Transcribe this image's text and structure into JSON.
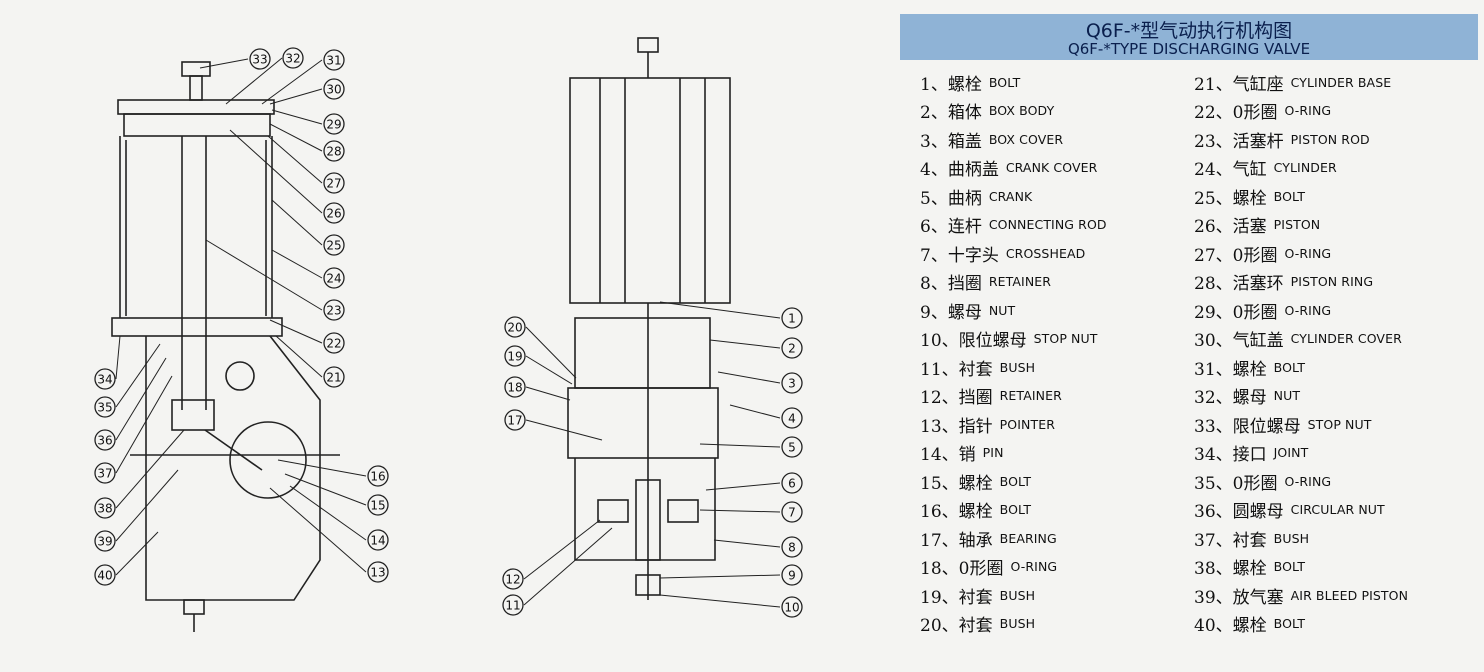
{
  "title_cn": "Q6F-*型气动执行机构图",
  "title_en": "Q6F-*TYPE DISCHARGING VALVE",
  "colors": {
    "header": "#8fb3d6",
    "title": "#0a1f4d",
    "line": "#222222",
    "paper": "#f4f4f2"
  },
  "bubbles_left": [
    "33",
    "32",
    "31",
    "30",
    "29",
    "28",
    "27",
    "26",
    "25",
    "24",
    "23",
    "22",
    "21",
    "34",
    "35",
    "36",
    "37",
    "38",
    "39",
    "40",
    "16",
    "15",
    "14",
    "13"
  ],
  "bubbles_right": [
    "1",
    "2",
    "3",
    "4",
    "5",
    "6",
    "7",
    "8",
    "9",
    "10",
    "20",
    "19",
    "18",
    "17",
    "12",
    "11"
  ],
  "parts": [
    {
      "num": "1、",
      "cn": "螺栓",
      "en": "BOLT"
    },
    {
      "num": "2、",
      "cn": "箱体",
      "en": "BOX BODY"
    },
    {
      "num": "3、",
      "cn": "箱盖",
      "en": "BOX COVER"
    },
    {
      "num": "4、",
      "cn": "曲柄盖",
      "en": "CRANK COVER"
    },
    {
      "num": "5、",
      "cn": "曲柄",
      "en": "CRANK"
    },
    {
      "num": "6、",
      "cn": "连杆",
      "en": "CONNECTING ROD"
    },
    {
      "num": "7、",
      "cn": "十字头",
      "en": "CROSSHEAD"
    },
    {
      "num": "8、",
      "cn": "挡圈",
      "en": "RETAINER"
    },
    {
      "num": "9、",
      "cn": "螺母",
      "en": "NUT"
    },
    {
      "num": "10、",
      "cn": "限位螺母",
      "en": "STOP NUT"
    },
    {
      "num": "11、",
      "cn": "衬套",
      "en": "BUSH"
    },
    {
      "num": "12、",
      "cn": "挡圈",
      "en": "RETAINER"
    },
    {
      "num": "13、",
      "cn": "指针",
      "en": "POINTER"
    },
    {
      "num": "14、",
      "cn": "销",
      "en": "PIN"
    },
    {
      "num": "15、",
      "cn": "螺栓",
      "en": "BOLT"
    },
    {
      "num": "16、",
      "cn": "螺栓",
      "en": "BOLT"
    },
    {
      "num": "17、",
      "cn": "轴承",
      "en": "BEARING"
    },
    {
      "num": "18、",
      "cn": "0形圈",
      "en": "O-RING"
    },
    {
      "num": "19、",
      "cn": "衬套",
      "en": "BUSH"
    },
    {
      "num": "20、",
      "cn": "衬套",
      "en": "BUSH"
    },
    {
      "num": "21、",
      "cn": "气缸座",
      "en": "CYLINDER BASE"
    },
    {
      "num": "22、",
      "cn": "0形圈",
      "en": "O-RING"
    },
    {
      "num": "23、",
      "cn": "活塞杆",
      "en": "PISTON ROD"
    },
    {
      "num": "24、",
      "cn": "气缸",
      "en": "CYLINDER"
    },
    {
      "num": "25、",
      "cn": "螺栓",
      "en": "BOLT"
    },
    {
      "num": "26、",
      "cn": "活塞",
      "en": "PISTON"
    },
    {
      "num": "27、",
      "cn": "0形圈",
      "en": "O-RING"
    },
    {
      "num": "28、",
      "cn": "活塞环",
      "en": "PISTON RING"
    },
    {
      "num": "29、",
      "cn": "0形圈",
      "en": "O-RING"
    },
    {
      "num": "30、",
      "cn": "气缸盖",
      "en": "CYLINDER COVER"
    },
    {
      "num": "31、",
      "cn": "螺栓",
      "en": "BOLT"
    },
    {
      "num": "32、",
      "cn": "螺母",
      "en": "NUT"
    },
    {
      "num": "33、",
      "cn": "限位螺母",
      "en": "STOP NUT"
    },
    {
      "num": "34、",
      "cn": "接口",
      "en": "JOINT"
    },
    {
      "num": "35、",
      "cn": "0形圈",
      "en": "O-RING"
    },
    {
      "num": "36、",
      "cn": "圆螺母",
      "en": "CIRCULAR NUT"
    },
    {
      "num": "37、",
      "cn": "衬套",
      "en": "BUSH"
    },
    {
      "num": "38、",
      "cn": "螺栓",
      "en": "BOLT"
    },
    {
      "num": "39、",
      "cn": "放气塞",
      "en": "AIR BLEED PISTON"
    },
    {
      "num": "40、",
      "cn": "螺栓",
      "en": "BOLT"
    }
  ]
}
